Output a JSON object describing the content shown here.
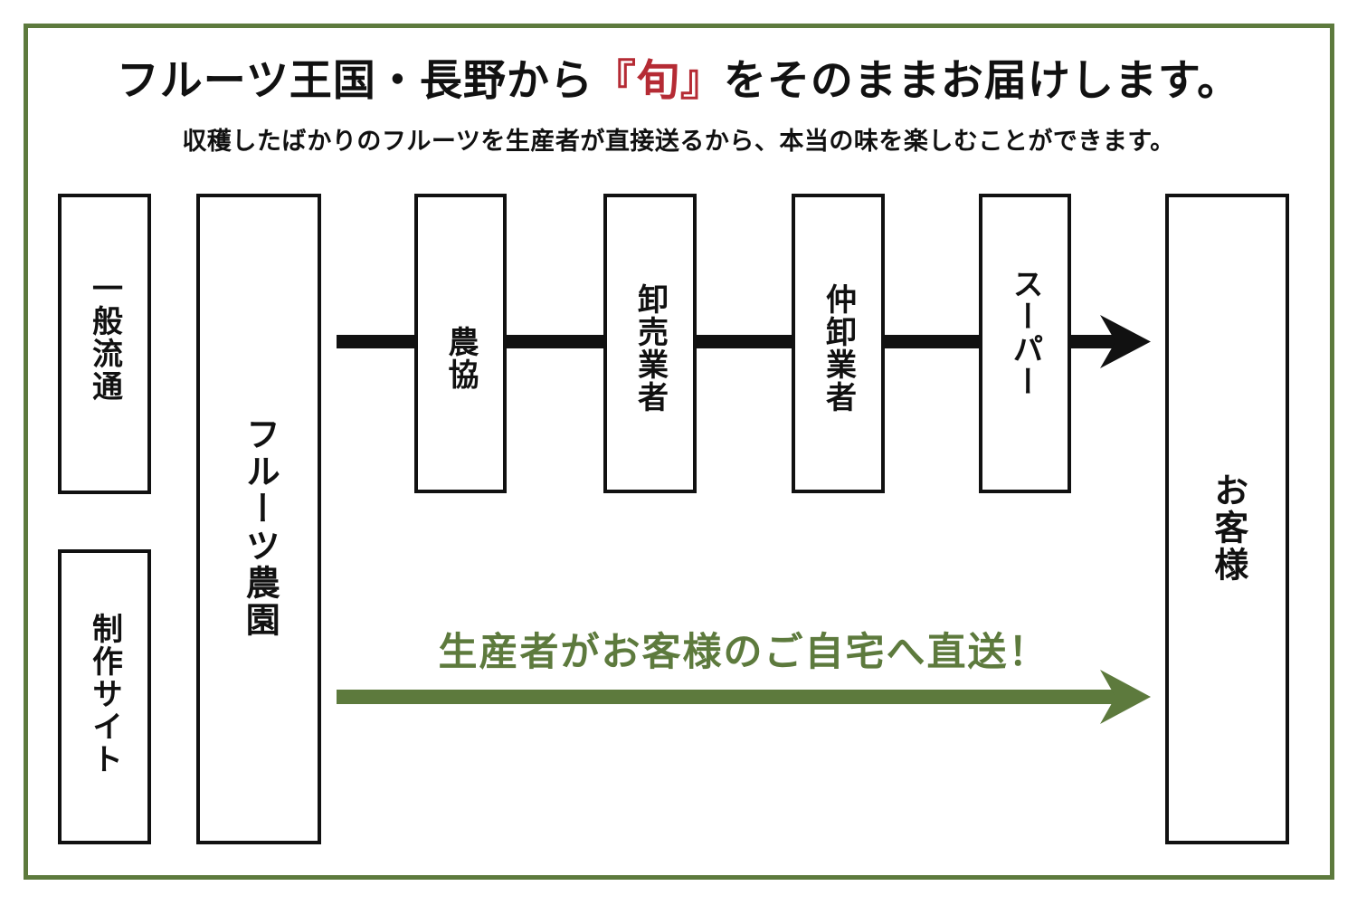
{
  "frame": {
    "border_color": "#5d7a3d"
  },
  "header": {
    "headline_part1": "フルーツ王国・長野から",
    "headline_accent": "『旬』",
    "headline_part2": "をそのままお届けします。",
    "headline_accent_color": "#b52b34",
    "subheadline": "収穫したばかりのフルーツを生産者が直接送るから、本当の味を楽しむことができます。"
  },
  "diagram": {
    "boxes": [
      {
        "id": "general-distribution",
        "label": "一般流通"
      },
      {
        "id": "production-site",
        "label": "制作サイト"
      },
      {
        "id": "fruit-farm",
        "label": "フルーツ農園"
      },
      {
        "id": "agricultural-coop",
        "label": "農協"
      },
      {
        "id": "wholesaler",
        "label": "卸売業者"
      },
      {
        "id": "intermediate-wholesaler",
        "label": "仲卸業者"
      },
      {
        "id": "supermarket",
        "label": "スーパー"
      },
      {
        "id": "customer",
        "label": "お客様"
      }
    ],
    "direct_ship_label": "生産者がお客様のご自宅へ直送！",
    "direct_ship_color": "#5d7a3d",
    "conventional_flow_color": "#111111"
  }
}
